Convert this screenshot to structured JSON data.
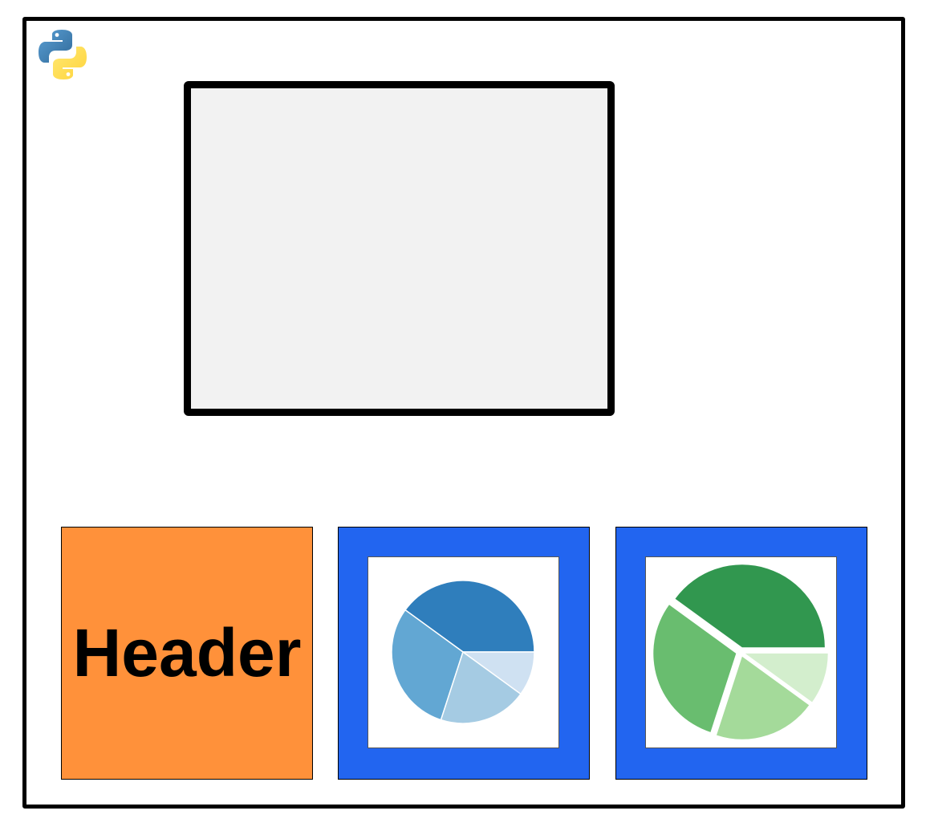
{
  "colors": {
    "frame": "#000000",
    "placeholder_fill": "#f2f2f2",
    "header_tile": "#ff913a",
    "pie_tile": "#2265f0",
    "panel_bg": "#ffffff"
  },
  "icons": {
    "logo": "python-logo-icon"
  },
  "header_tile": {
    "label": "Header"
  },
  "chart_data": [
    {
      "type": "pie",
      "exploded": false,
      "values": [
        40,
        30,
        20,
        10
      ],
      "colors": [
        "#2f7ebc",
        "#62a7d3",
        "#a5cbe3",
        "#cfe1f2"
      ],
      "start_angle": 0
    },
    {
      "type": "pie",
      "exploded": true,
      "values": [
        40,
        30,
        20,
        10
      ],
      "colors": [
        "#31974f",
        "#69bd6f",
        "#a4da9a",
        "#d3eecd"
      ],
      "start_angle": 0
    }
  ]
}
